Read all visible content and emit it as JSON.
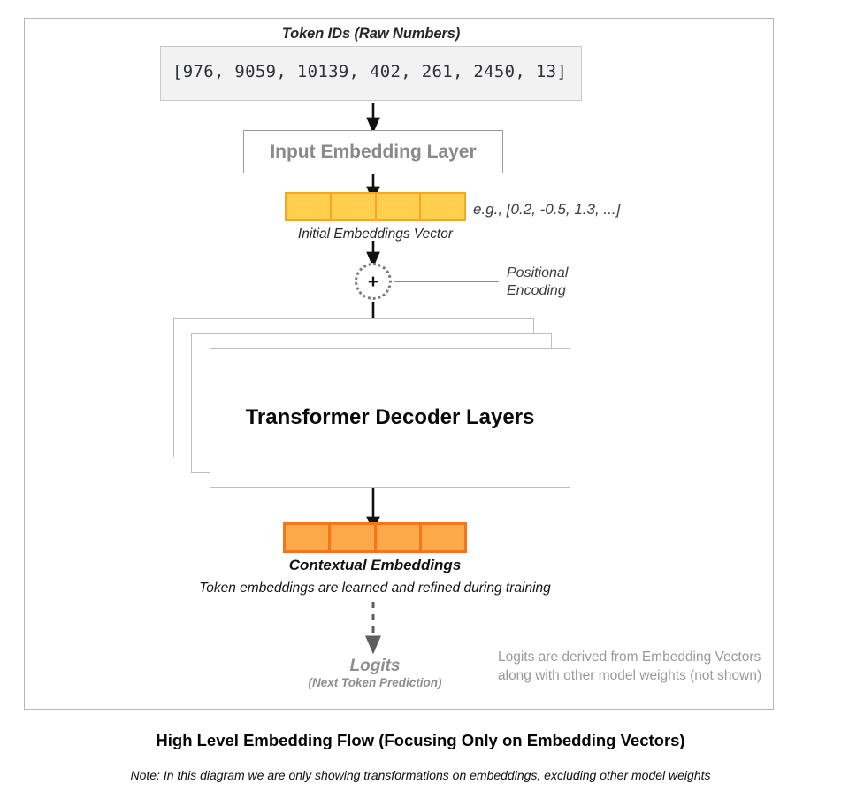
{
  "frame": {
    "border_color": "#b8b8b8"
  },
  "token_ids": {
    "title": "Token IDs (Raw Numbers)",
    "value": "[976, 9059, 10139, 402, 261, 2450, 13]",
    "values": [
      976,
      9059,
      10139,
      402,
      261,
      2450,
      13
    ]
  },
  "input_embedding": {
    "label": "Input Embedding Layer",
    "text_color": "#8a8a8a"
  },
  "initial_embeddings": {
    "caption": "Initial Embeddings Vector",
    "example": "e.g., [0.2, -0.5, 1.3, ...]",
    "cells": 4,
    "fill_color": "#ffcf4d",
    "border_color": "#f5a623"
  },
  "positional_encoding": {
    "operator": "+",
    "label_line1": "Positional",
    "label_line2": "Encoding"
  },
  "decoder": {
    "title": "Transformer Decoder Layers",
    "stack_count": 3
  },
  "contextual_embeddings": {
    "label": "Contextual Embeddings",
    "note": "Token embeddings are learned and refined during training",
    "cells": 4,
    "fill_color": "#fca94a",
    "border_color": "#f8741a"
  },
  "logits": {
    "label": "Logits",
    "sublabel": "(Next Token Prediction)",
    "note": "Logits are derived from Embedding Vectors\nalong with other model weights  (not shown)",
    "text_color": "#8e8e8e"
  },
  "caption": {
    "title": "High Level Embedding Flow (Focusing Only on Embedding Vectors)",
    "note": "Note:  In this diagram we are only showing transformations on embeddings, excluding other model weights"
  }
}
